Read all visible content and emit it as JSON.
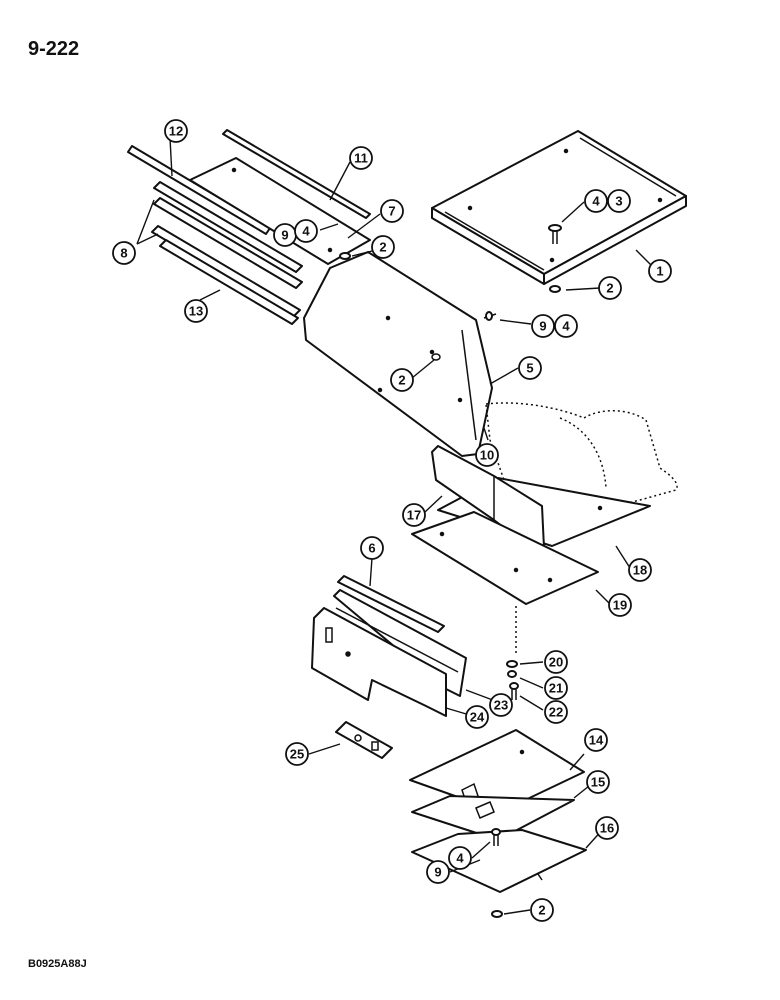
{
  "page_number": "9-222",
  "figure_code": "B0925A88J",
  "callouts": {
    "c1": "1",
    "c2a": "2",
    "c2b": "2",
    "c2c": "2",
    "c2d": "2",
    "c3": "3",
    "c4a": "4",
    "c4b": "4",
    "c4c": "4",
    "c4d": "4",
    "c5": "5",
    "c6": "6",
    "c7": "7",
    "c8": "8",
    "c9a": "9",
    "c9b": "9",
    "c9c": "9",
    "c10": "10",
    "c11": "11",
    "c12": "12",
    "c13": "13",
    "c14": "14",
    "c15": "15",
    "c16": "16",
    "c17": "17",
    "c18": "18",
    "c19": "19",
    "c20": "20",
    "c21": "21",
    "c22": "22",
    "c23": "23",
    "c24": "24",
    "c25": "25"
  }
}
